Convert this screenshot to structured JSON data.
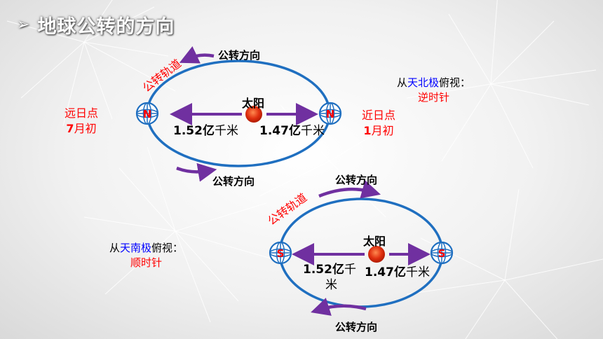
{
  "title": "地球公转的方向",
  "top": {
    "orbit_label": "公转轨道",
    "direction_top": "公转方向",
    "direction_bottom": "公转方向",
    "sun": "太阳",
    "pole_letter": "N",
    "aphelion_name": "远日点",
    "aphelion_month_num": "7",
    "aphelion_month": "月初",
    "perihelion_name": "近日点",
    "perihelion_month_num": "1",
    "perihelion_month": "月初",
    "left_dist_num": "1.52亿",
    "left_dist_unit": "千米",
    "right_dist_num": "1.47亿",
    "right_dist_unit": "千米",
    "view_prefix": "从",
    "view_pole": "天北极",
    "view_suffix": "俯视：",
    "view_direction": "逆时针"
  },
  "bottom": {
    "orbit_label": "公转轨道",
    "direction_top": "公转方向",
    "direction_bottom": "公转方向",
    "sun": "太阳",
    "pole_letter": "S",
    "left_dist_num": "1.52亿",
    "left_dist_unit_1": "千",
    "left_dist_unit_2": "米",
    "right_dist_num": "1.47亿",
    "right_dist_unit": "千米",
    "view_prefix": "从",
    "view_pole": "天南极",
    "view_suffix": "俯视：",
    "view_direction": "顺时针"
  },
  "colors": {
    "orbit": "#1f6fc0",
    "arrow": "#7030a0",
    "sun": "#e03010",
    "highlight_red": "#ff0000",
    "highlight_blue": "#0000ff"
  }
}
